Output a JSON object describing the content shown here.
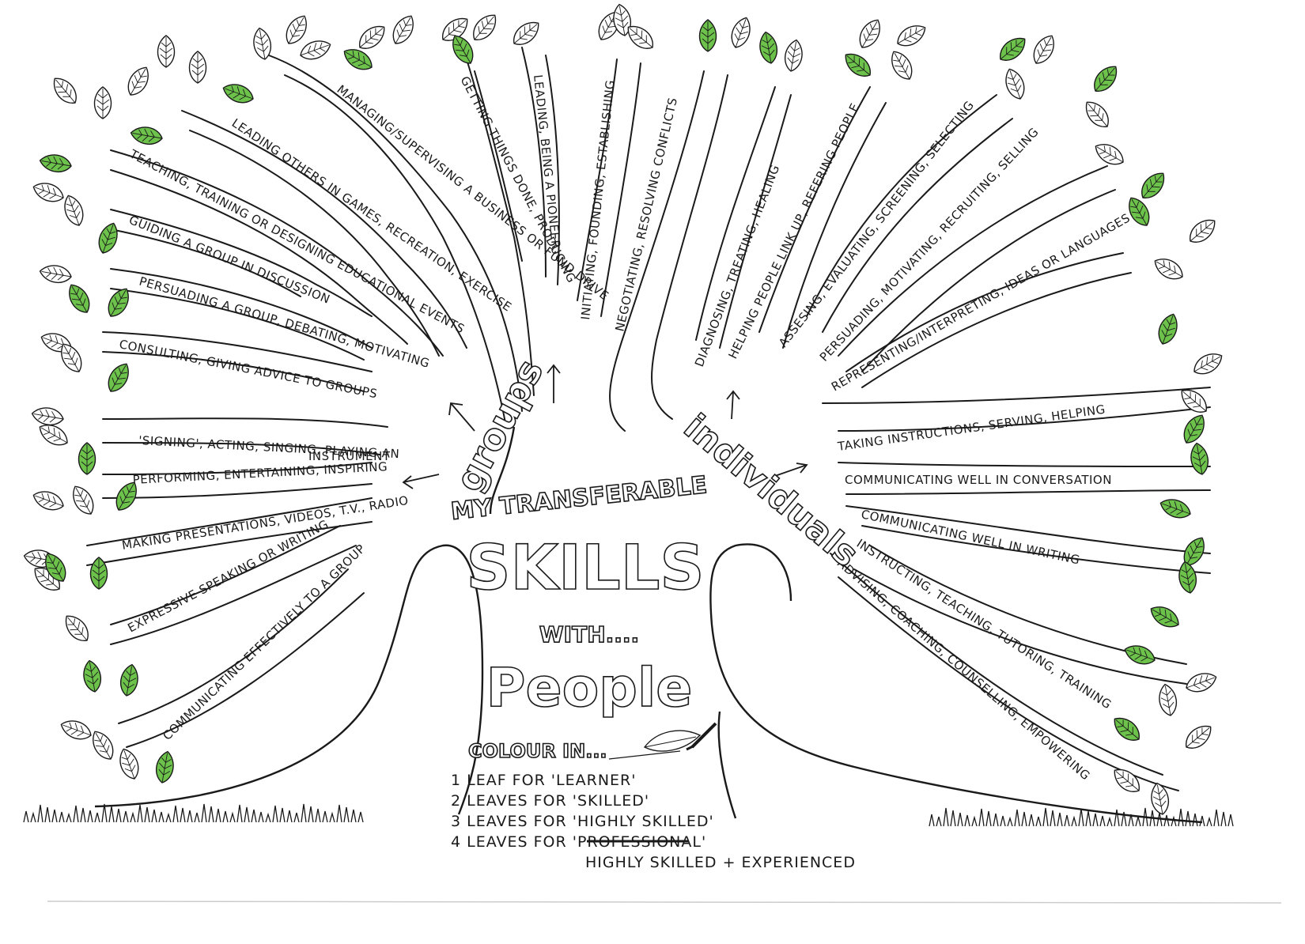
{
  "center": {
    "groups_word": "groups",
    "individuals_word": "individuals",
    "title_line1": "MY TRANSFERABLE",
    "title_line2": "SKILLS",
    "title_line3": "WITH....",
    "title_line4": "People"
  },
  "legend": {
    "heading": "COLOUR IN...",
    "items": [
      "1 LEAF  FOR  'LEARNER'",
      "2 LEAVES FOR  'SKILLED'",
      "3 LEAVES FOR  'HIGHLY SKILLED'",
      "4 LEAVES FOR  'PROFESSIONAL'"
    ],
    "handwritten_note": "HIGHLY SKILLED + EXPERIENCED"
  },
  "colors": {
    "leaf_green": "#6cc24a",
    "ink": "#1a1a1a",
    "paper": "#ffffff"
  },
  "group_skills": [
    "MANAGING/SUPERVISING A BUSINESS OR FUND DRIVE",
    "GETTING THINGS DONE, PRODUCING",
    "LEADING, BEING A PIONEER",
    "LEADING OTHERS IN GAMES, RECREATION, EXERCISE",
    "TEACHING, TRAINING OR DESIGNING EDUCATIONAL EVENTS",
    "GUIDING A GROUP IN DISCUSSION",
    "PERSUADING A GROUP, DEBATING, MOTIVATING",
    "CONSULTING, GIVING ADVICE TO GROUPS",
    "'SIGNING', ACTING, SINGING, PLAYING AN",
    "INSTRUMENT",
    "PERFORMING, ENTERTAINING, INSPIRING",
    "MAKING PRESENTATIONS, VIDEOS, T.V., RADIO",
    "EXPRESSIVE SPEAKING OR WRITING",
    "COMMUNICATING EFFECTIVELY TO A GROUP"
  ],
  "individual_skills": [
    "INITIATING, FOUNDING, ESTABLISHING",
    "NEGOTIATING, RESOLVING CONFLICTS",
    "DIAGNOSING, TREATING, HEALING",
    "HELPING PEOPLE LINK UP, REFERING PEOPLE",
    "ASSESING, EVALUATING, SCREENING, SELECTING",
    "PERSUADING, MOTIVATING, RECRUITING, SELLING",
    "REPRESENTING/INTERPRETING, IDEAS OR LANGUAGES",
    "TAKING INSTRUCTIONS, SERVING, HELPING",
    "COMMUNICATING WELL IN CONVERSATION",
    "COMMUNICATING WELL IN WRITING",
    "INSTRUCTING, TEACHING, TUTORING, TRAINING",
    "ADVISING, COACHING, COUNSELLING, EMPOWERING"
  ]
}
